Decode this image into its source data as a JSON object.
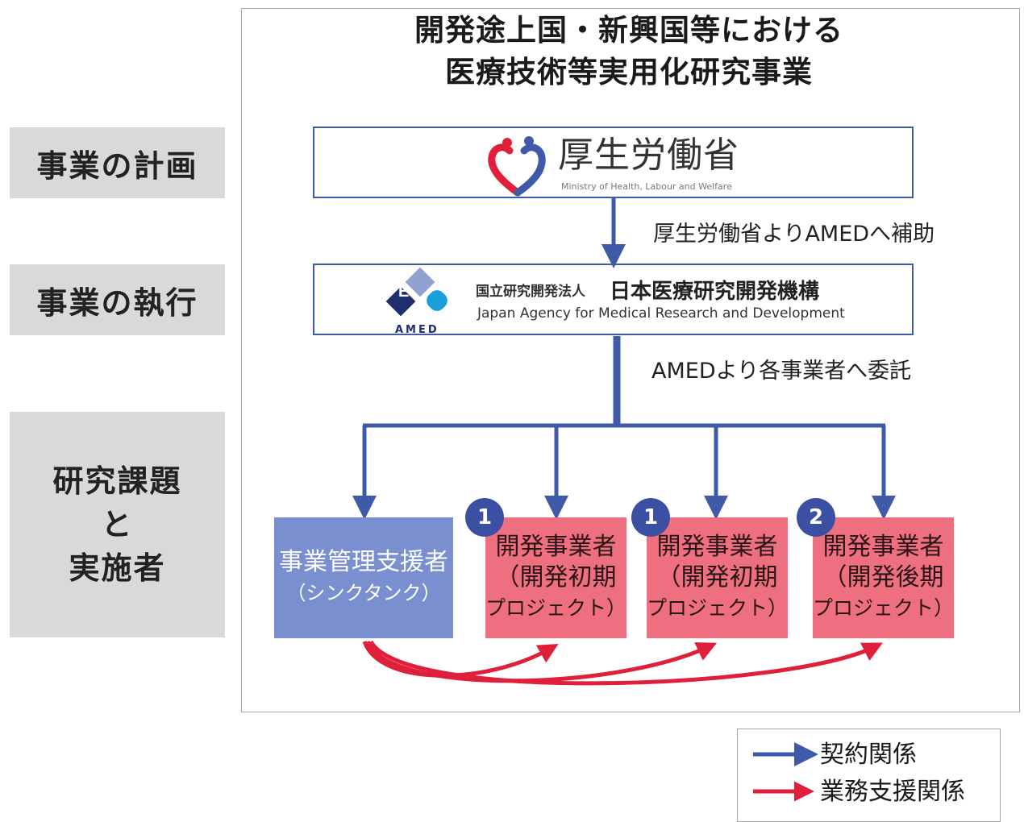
{
  "title": {
    "line1": "開発途上国・新興国等における",
    "line2": "医療技術等実用化研究事業"
  },
  "side_labels": {
    "planning": "事業の計画",
    "execution": "事業の執行",
    "topics": [
      "研究課題",
      "と",
      "実施者"
    ]
  },
  "mhlw": {
    "name": "厚生労働省",
    "english": "Ministry of Health, Labour and Welfare"
  },
  "amed": {
    "prefix": "国立研究開発法人",
    "name": "日本医療研究開発機構",
    "english": "Japan Agency for Medical Research and Development",
    "logo_text": "AMED"
  },
  "arrows": {
    "subsidy_label": "厚生労働省よりAMEDへ補助",
    "commission_label": "AMEDより各事業者へ委託"
  },
  "projects": {
    "support": {
      "line1": "事業管理支援者",
      "line2": "（シンクタンク）"
    },
    "items": [
      {
        "badge": "1",
        "line1": "開発事業者",
        "line2": "（開発初期",
        "line3": "プロジェクト）"
      },
      {
        "badge": "1",
        "line1": "開発事業者",
        "line2": "（開発初期",
        "line3": "プロジェクト）"
      },
      {
        "badge": "2",
        "line1": "開発事業者",
        "line2": "（開発後期",
        "line3": "プロジェクト）"
      }
    ]
  },
  "legend": {
    "contract": "契約関係",
    "support": "業務支援関係"
  },
  "colors": {
    "contract_blue": "#3f5aa9",
    "support_red": "#e0203a",
    "support_box": "#7a8fd0",
    "developer_box": "#ee6f80",
    "side_label_bg": "#d9d9d9"
  }
}
